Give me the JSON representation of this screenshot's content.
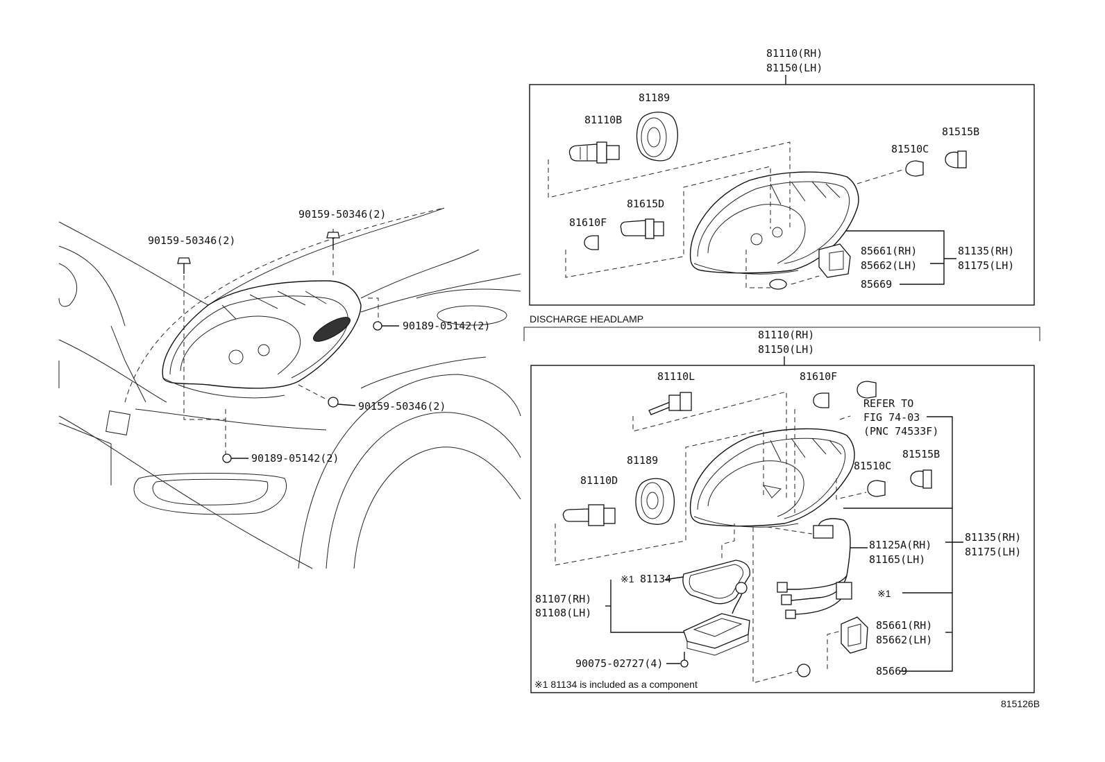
{
  "labels": {
    "top_assy_rh": "81110(RH)",
    "top_assy_lh": "81150(LH)",
    "top_81189": "81189",
    "top_81110b": "81110B",
    "top_81515b": "81515B",
    "top_81510c": "81510C",
    "top_81615d": "81615D",
    "top_81610f": "81610F",
    "top_85661": "85661(RH)",
    "top_85662": "85662(LH)",
    "top_81135": "81135(RH)",
    "top_81175": "81175(LH)",
    "top_85669": "85669",
    "car_bolt_a": "90159-50346(2)",
    "car_bolt_b": "90159-50346(2)",
    "car_bolt_c": "90159-50346(2)",
    "car_screw_a": "90189-05142(2)",
    "car_screw_b": "90189-05142(2)",
    "section_title": "DISCHARGE HEADLAMP",
    "bot_assy_rh": "81110(RH)",
    "bot_assy_lh": "81150(LH)",
    "bot_81110l": "81110L",
    "bot_81610f": "81610F",
    "bot_refer1": "REFER TO",
    "bot_refer2": "FIG 74-03",
    "bot_refer3": "(PNC 74533F)",
    "bot_81189": "81189",
    "bot_81110d": "81110D",
    "bot_81515b": "81515B",
    "bot_81510c": "81510C",
    "bot_81135": "81135(RH)",
    "bot_81175": "81175(LH)",
    "bot_81125a": "81125A(RH)",
    "bot_81165": "81165(LH)",
    "bot_81134": "81134",
    "bot_note_mark_a": "※1",
    "bot_note_mark_b": "※1",
    "bot_81107": "81107(RH)",
    "bot_81108": "81108(LH)",
    "bot_85661": "85661(RH)",
    "bot_85662": "85662(LH)",
    "bot_90075": "90075-02727(4)",
    "bot_85669": "85669",
    "footnote": "※1 81134 is included as a component",
    "figure_id": "815126B"
  }
}
